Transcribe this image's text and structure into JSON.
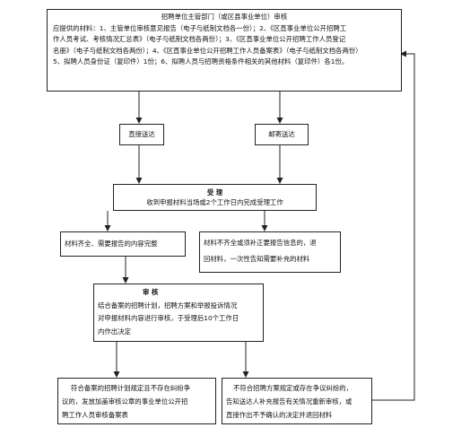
{
  "top": {
    "title": "招聘单位主管部门（或区县事业单位）审核",
    "lines": [
      "应提供的材料：1、主管单位审核意见报告（电子与纸制文档各一份）；2、《区直事业单位公开招聘工",
      "作人员考试、考核情况汇总表》（电子与纸制文档各两份）；3、《区直事业单位公开招聘工作人员登记",
      "名册》（电子与纸制文档各两份）；4、《区直事业单位公开招聘工作人员备案表》（电子与纸制文档各两份）",
      "5、拟聘人员身份证（复印件）1份；6、拟聘人员与招聘资格条件相关的其他材料（复印件）各1份。"
    ]
  },
  "direct": {
    "label": "直接送达"
  },
  "mail": {
    "label": "邮寄送达"
  },
  "accept": {
    "title": "受  理",
    "text": "收到申报材料当场或2个工作日内完成受理工作"
  },
  "complete": {
    "text": "材料齐全、需要报告的内容完整"
  },
  "incomplete": {
    "lines": [
      "材料不齐全或须补正要报告信息的，退",
      "回材料，一次性告知需要补充的材料"
    ]
  },
  "review": {
    "title": "审  核",
    "lines": [
      "结合备案的招聘计划，招聘方案和举报投诉情况",
      "对申报材料内容进行审核，于受理后10个工作日",
      "内作出决定"
    ]
  },
  "approved": {
    "lines": [
      "符合备案的招聘计划规定且不存在纠纷争",
      "议的，发放加盖审核公章的事业单位公开招",
      "聘工作人员审核备案表"
    ]
  },
  "rejected": {
    "lines": [
      "不符合招聘方案规定或存在争议纠纷的，",
      "告知送达人补充报告有关情况重新审核，或",
      "直接作出不予确认的决定并退回材料"
    ]
  }
}
